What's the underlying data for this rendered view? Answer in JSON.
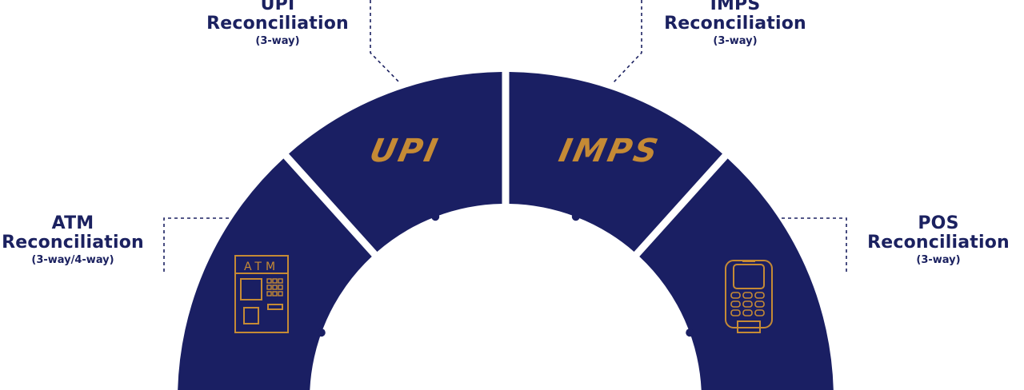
{
  "colors": {
    "segment": "#1a1f63",
    "gold": "#c58a35",
    "text": "#1b2160",
    "background": "#ffffff"
  },
  "segments": [
    {
      "key": "atm",
      "icon": "atm-machine-icon"
    },
    {
      "key": "upi",
      "logo": "UPI",
      "icon": "upi-logo"
    },
    {
      "key": "imps",
      "logo": "IMPS",
      "icon": "imps-logo"
    },
    {
      "key": "pos",
      "icon": "pos-terminal-icon"
    }
  ],
  "atm_icon": {
    "label": "ATM"
  },
  "callouts": {
    "upi": {
      "line1": "UPI",
      "line2": "Reconciliation",
      "line3": "(3-way)"
    },
    "imps": {
      "line1": "IMPS",
      "line2": "Reconciliation",
      "line3": "(3-way)"
    },
    "atm": {
      "line1": "ATM",
      "line2": "Reconciliation",
      "line3": "(3-way/4-way)"
    },
    "pos": {
      "line1": "POS",
      "line2": "Reconciliation",
      "line3": "(3-way)"
    }
  }
}
